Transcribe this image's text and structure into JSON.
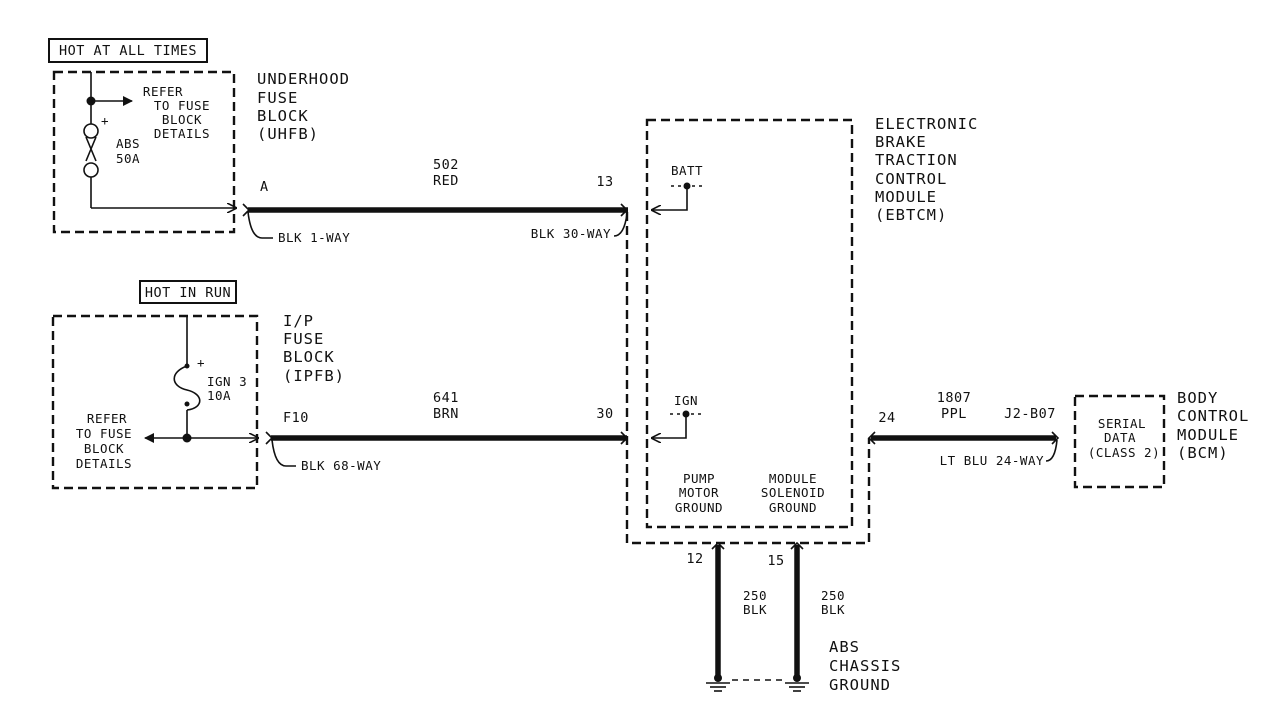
{
  "power": {
    "hot_at_all_times": "HOT AT ALL TIMES",
    "hot_in_run": "HOT IN RUN"
  },
  "uhfb": {
    "name": [
      "UNDERHOOD",
      "FUSE",
      "BLOCK",
      "(UHFB)"
    ],
    "refer": [
      "REFER",
      "TO FUSE",
      "BLOCK",
      "DETAILS"
    ],
    "fuse_name": "ABS",
    "fuse_rating": "50A",
    "fuse_polarity": "+",
    "pin": "A",
    "connector": "BLK 1-WAY"
  },
  "ipfb": {
    "name": [
      "I/P",
      "FUSE",
      "BLOCK",
      "(IPFB)"
    ],
    "refer": [
      "REFER",
      "TO FUSE",
      "BLOCK",
      "DETAILS"
    ],
    "fuse_name": "IGN 3",
    "fuse_rating": "10A",
    "fuse_polarity": "+",
    "pin": "F10",
    "connector": "BLK 68-WAY"
  },
  "wires": {
    "w502": {
      "circuit": "502",
      "color": "RED",
      "from_pin": "A",
      "to_pin": "13"
    },
    "w641": {
      "circuit": "641",
      "color": "BRN",
      "from_pin": "F10",
      "to_pin": "30"
    },
    "w1807": {
      "circuit": "1807",
      "color": "PPL",
      "from_pin": "24",
      "to_pin": "J2-B07"
    },
    "w250a": {
      "circuit": "250",
      "color": "BLK",
      "pin": "12"
    },
    "w250b": {
      "circuit": "250",
      "color": "BLK",
      "pin": "15"
    }
  },
  "ebtcm": {
    "name": [
      "ELECTRONIC",
      "BRAKE",
      "TRACTION",
      "CONTROL",
      "MODULE",
      "(EBTCM)"
    ],
    "batt": "BATT",
    "ign": "IGN",
    "connector_30way": "BLK 30-WAY",
    "pump_ground": [
      "PUMP",
      "MOTOR",
      "GROUND"
    ],
    "solenoid_ground": [
      "MODULE",
      "SOLENOID",
      "GROUND"
    ]
  },
  "bcm": {
    "name": [
      "BODY",
      "CONTROL",
      "MODULE",
      "(BCM)"
    ],
    "serial": [
      "SERIAL",
      "DATA",
      "(CLASS 2)"
    ],
    "connector": "LT BLU 24-WAY"
  },
  "ground": {
    "label": [
      "ABS",
      "CHASSIS",
      "GROUND"
    ]
  }
}
